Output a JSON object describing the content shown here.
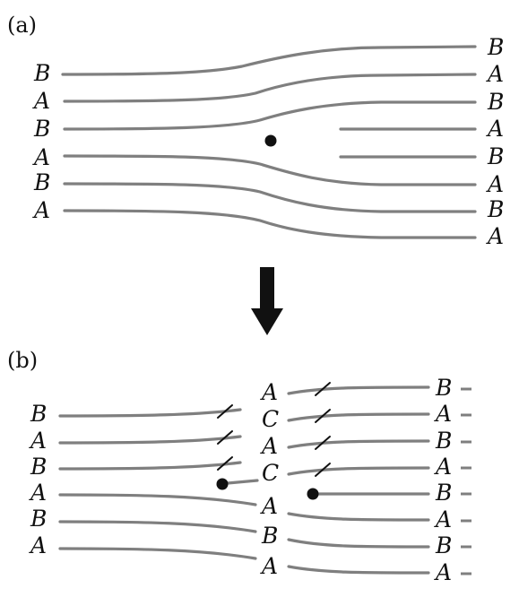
{
  "panel_a": {
    "label": "(a)",
    "left_labels": [
      "B",
      "A",
      "B",
      "A",
      "B",
      "A"
    ],
    "right_labels": [
      "B",
      "A",
      "B",
      "A",
      "B",
      "A",
      "B",
      "A"
    ]
  },
  "panel_b": {
    "label": "(b)",
    "left_labels": [
      "B",
      "A",
      "B",
      "A",
      "B",
      "A"
    ],
    "middle_labels": [
      "A",
      "C",
      "A",
      "C",
      "A",
      "B",
      "A"
    ],
    "right_labels": [
      "B",
      "A",
      "B",
      "A",
      "B",
      "A",
      "B",
      "A"
    ]
  },
  "colors": {
    "plane": "#7f7f7f",
    "ink": "#111111",
    "background": "#ffffff"
  },
  "icons": {
    "transition_arrow": "arrow-down-icon",
    "dislocation": "filled-circle-icon",
    "fault_tick": "slash-mark-icon"
  }
}
